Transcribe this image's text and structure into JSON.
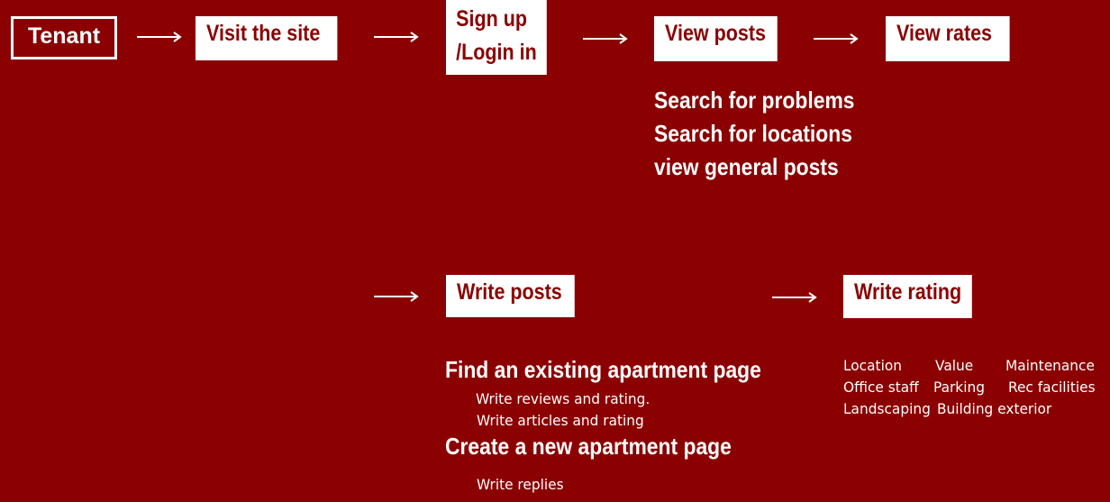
{
  "nodes": {
    "tenant": "Tenant",
    "visit_site": "Visit the site",
    "signup_line1": "Sign up",
    "signup_line2": "/Login in",
    "view_posts": "View posts",
    "view_rates": "View rates",
    "write_posts": "Write posts",
    "write_rating": "Write rating"
  },
  "view_posts_options": [
    "Search for problems",
    "Search for locations",
    "view general posts"
  ],
  "write_posts_section": {
    "find_existing": "Find an existing apartment page",
    "find_sub": [
      "Write reviews and rating.",
      "Write articles and rating"
    ],
    "create_new": "Create a new apartment page",
    "create_sub": [
      "Write replies"
    ]
  },
  "rating_categories": [
    [
      "Location",
      "Value",
      "Maintenance"
    ],
    [
      "Office staff",
      "Parking",
      "Rec facilities"
    ],
    [
      "Landscaping",
      "Building exterior"
    ]
  ],
  "colors": {
    "background": "#8b0000",
    "box": "#ffffff",
    "box_text": "#8b0000",
    "text": "#ffffff"
  }
}
